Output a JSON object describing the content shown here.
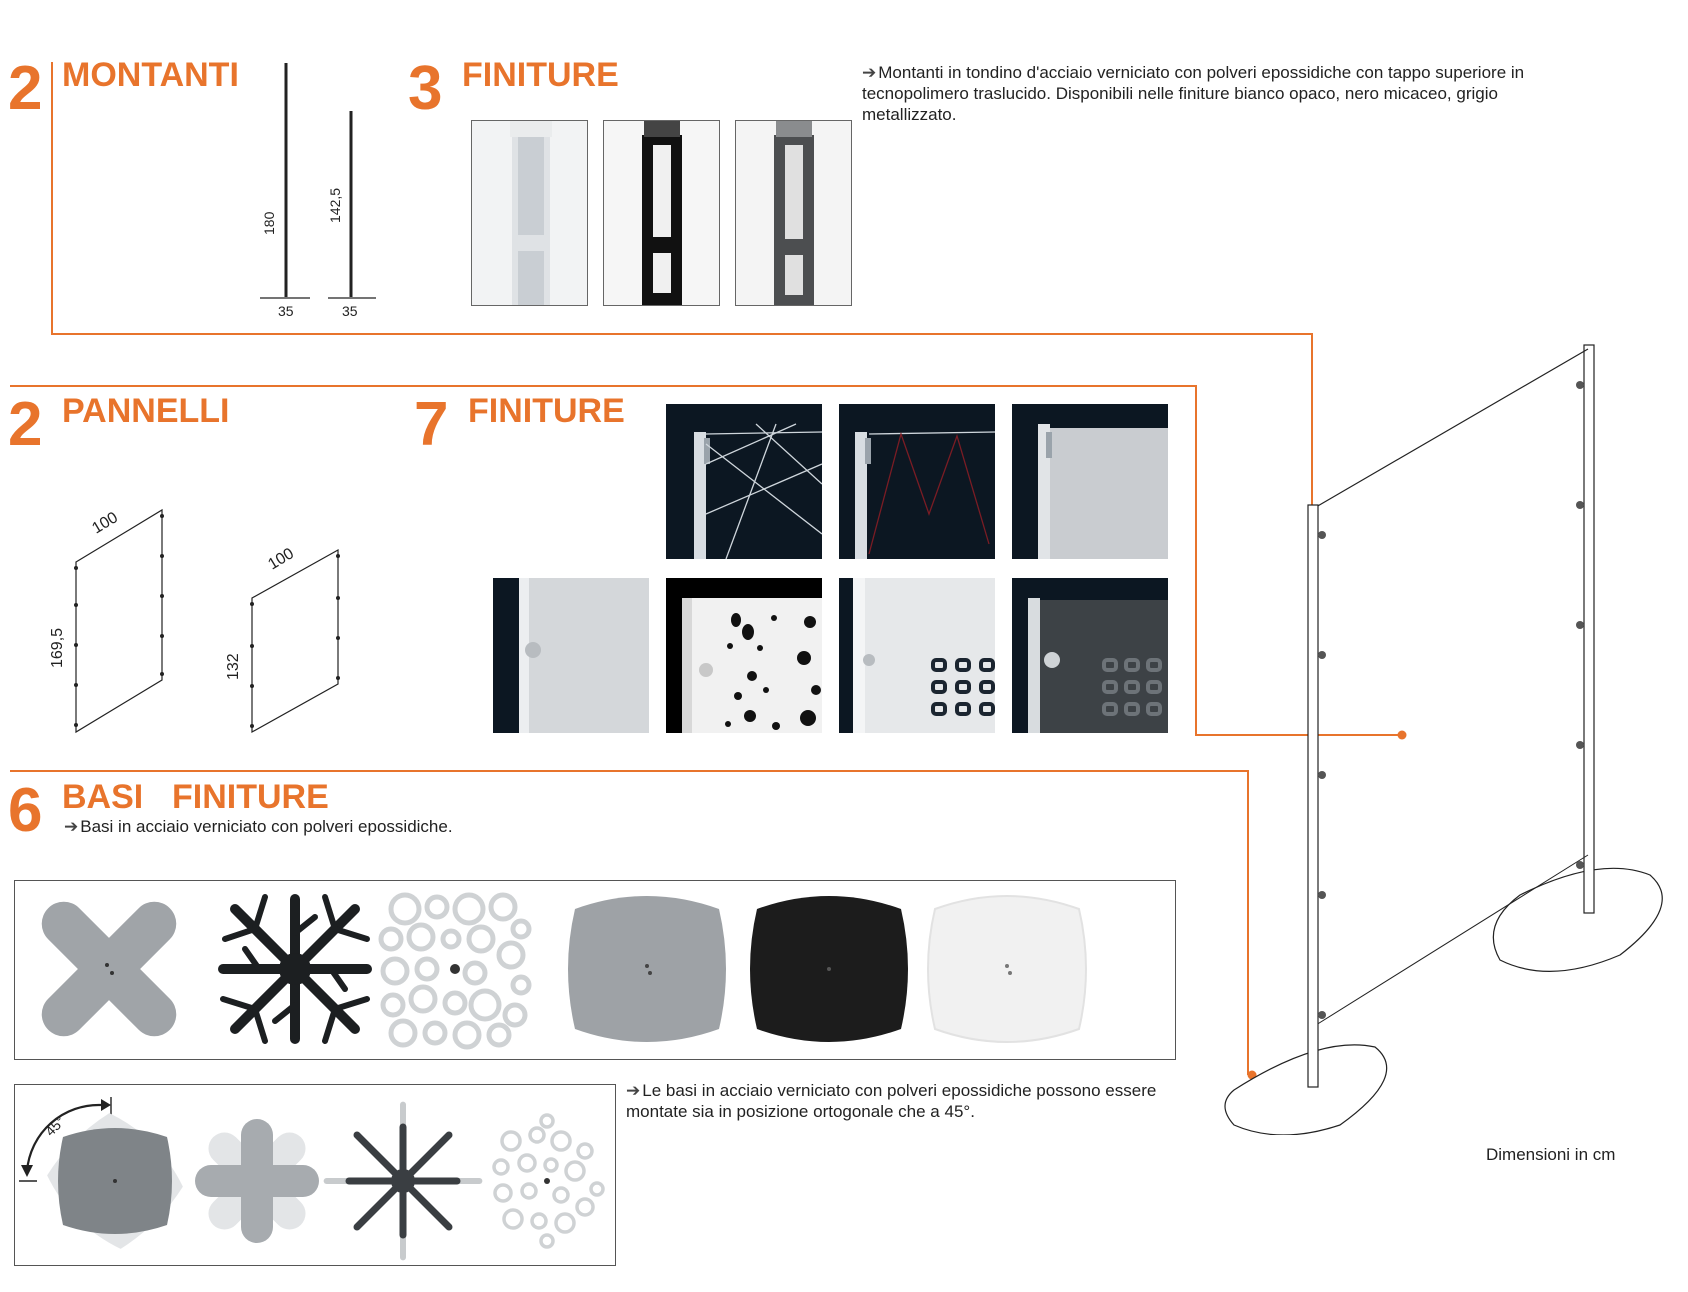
{
  "montanti": {
    "count": "2",
    "title": "MONTANTI",
    "dims": {
      "h1": "180",
      "h2": "142,5",
      "w1": "35",
      "w2": "35"
    }
  },
  "finiture_montanti": {
    "count": "3",
    "title": "FINITURE",
    "description": "Montanti in tondino d'acciaio verniciato con polveri epossidiche con tappo superiore in tecnopolimero traslucido. Disponibili nelle finiture bianco opaco, nero micaceo, grigio metallizzato.",
    "swatches": [
      {
        "name": "bianco",
        "color": "#eef0f2",
        "slot": "#c4c8cc"
      },
      {
        "name": "nero",
        "color": "#111111",
        "slot": "#e8e8e8"
      },
      {
        "name": "grigio",
        "color": "#4a4c4e",
        "slot": "#d8d8d8"
      }
    ]
  },
  "pannelli": {
    "count": "2",
    "title": "PANNELLI",
    "dims": {
      "w1": "100",
      "h1": "169,5",
      "w2": "100",
      "h2": "132"
    }
  },
  "finiture_pannelli": {
    "count": "7",
    "title": "FINITURE"
  },
  "basi": {
    "count": "6",
    "title1": "BASI",
    "title2": "FINITURE",
    "description": "Basi in acciaio verniciato con polveri epossidiche.",
    "colors": {
      "grey": "#9ea2a6",
      "black": "#1c1c1c",
      "white": "#f2f2f2"
    }
  },
  "rotazione": {
    "angle": "45°",
    "description": "Le basi in acciaio verniciato con polveri epossidiche possono essere montate sia in posizione ortogonale che a 45°."
  },
  "footer": {
    "note": "Dimensioni in cm"
  },
  "accent": "#e8742c"
}
